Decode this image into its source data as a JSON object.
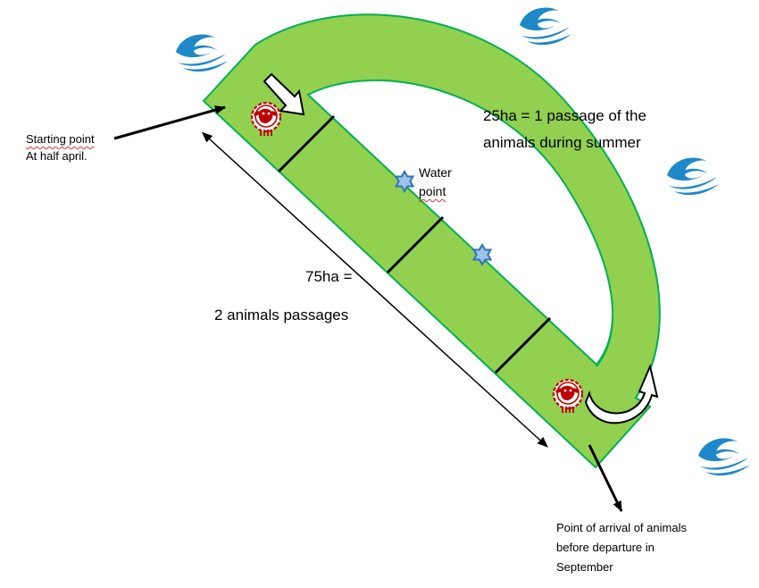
{
  "labels": {
    "start_line1": "Starting point",
    "start_line2": "At half april.",
    "top_right_line1": "25ha = 1 passage of the",
    "top_right_line2": "animals during summer",
    "water_line1": "Water",
    "water_line2": "point",
    "area_line1": "75ha =",
    "area_line2": "2 animals passages",
    "arrival_line1": "Point of arrival of animals",
    "arrival_line2": "before departure in",
    "arrival_line3": "September"
  },
  "colors": {
    "pasture_fill": "#92d050",
    "pasture_stroke": "#00b050",
    "sheep": "#c00000",
    "water_star_fill": "#9dc3e6",
    "water_star_stroke": "#2e75b6",
    "wave": "#1e88c9",
    "arrow": "#000000"
  },
  "icons": [
    "sheep-icon",
    "water-point-icon",
    "wave-logo-icon",
    "arrow-icon"
  ]
}
